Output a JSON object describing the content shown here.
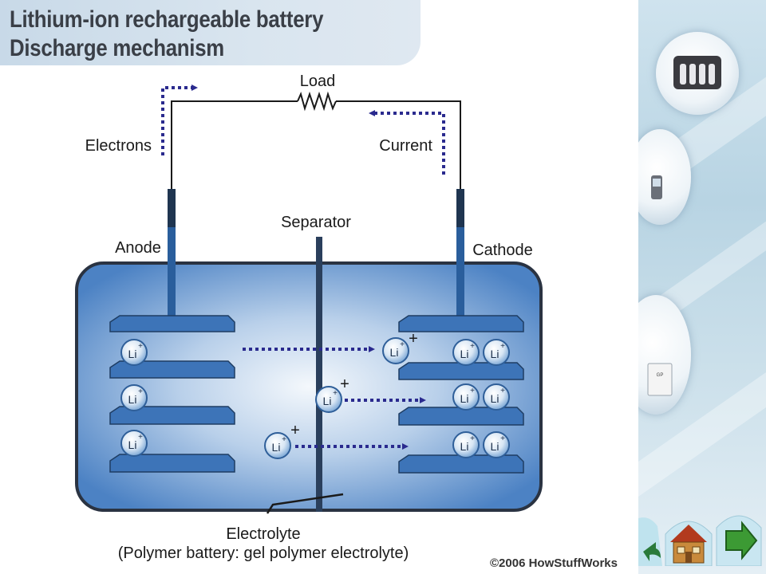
{
  "title": {
    "line1": "Lithium-ion rechargeable battery",
    "line2": "Discharge mechanism"
  },
  "diagram": {
    "load_label": "Load",
    "electrons_label": "Electrons",
    "current_label": "Current",
    "separator_label": "Separator",
    "anode_label": "Anode",
    "cathode_label": "Cathode",
    "ion_symbol": "Li",
    "charge_sign": "+",
    "electrolyte_label": "Electrolyte",
    "electrolyte_note": "(Polymer battery: gel polymer electrolyte)",
    "copyright": "©2006 HowStuffWorks"
  },
  "colors": {
    "accent": "#2a2a8e",
    "cell_fill": "#4a82c6",
    "electrode": "#2a5e9c",
    "ion": "#6f9fd2"
  },
  "nav": {
    "back_icon": "curved-left-arrow-icon",
    "home_icon": "home-icon",
    "next_icon": "right-arrow-icon"
  }
}
